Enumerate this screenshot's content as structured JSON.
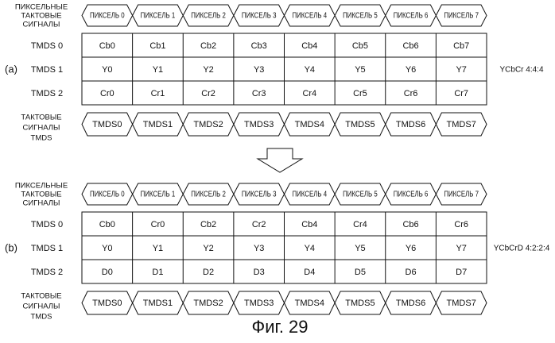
{
  "panels": [
    {
      "tag": "(a)",
      "pixel_clock_label": [
        "ПИКСЕЛЬНЫЕ",
        "ТАКТОВЫЕ",
        "СИГНАЛЫ"
      ],
      "pixel_clocks": [
        "ПИКСЕЛЬ 0",
        "ПИКСЕЛЬ 1",
        "ПИКСЕЛЬ 2",
        "ПИКСЕЛЬ 3",
        "ПИКСЕЛЬ 4",
        "ПИКСЕЛЬ 5",
        "ПИКСЕЛЬ 6",
        "ПИКСЕЛЬ 7"
      ],
      "rows": [
        {
          "channel": "TMDS 0",
          "cells": [
            "Cb0",
            "Cb1",
            "Cb2",
            "Cb3",
            "Cb4",
            "Cb5",
            "Cb6",
            "Cb7"
          ]
        },
        {
          "channel": "TMDS 1",
          "cells": [
            "Y0",
            "Y1",
            "Y2",
            "Y3",
            "Y4",
            "Y5",
            "Y6",
            "Y7"
          ]
        },
        {
          "channel": "TMDS 2",
          "cells": [
            "Cr0",
            "Cr1",
            "Cr2",
            "Cr3",
            "Cr4",
            "Cr5",
            "Cr6",
            "Cr7"
          ]
        }
      ],
      "format": "YCbCr 4:4:4",
      "tmds_clock_label": [
        "ТАКТОВЫЕ",
        "СИГНАЛЫ",
        "TMDS"
      ],
      "tmds_clocks": [
        "TMDS0",
        "TMDS1",
        "TMDS2",
        "TMDS3",
        "TMDS4",
        "TMDS5",
        "TMDS6",
        "TMDS7"
      ]
    },
    {
      "tag": "(b)",
      "pixel_clock_label": [
        "ПИКСЕЛЬНЫЕ",
        "ТАКТОВЫЕ",
        "СИГНАЛЫ"
      ],
      "pixel_clocks": [
        "ПИКСЕЛЬ 0",
        "ПИКСЕЛЬ 1",
        "ПИКСЕЛЬ 2",
        "ПИКСЕЛЬ 3",
        "ПИКСЕЛЬ 4",
        "ПИКСЕЛЬ 5",
        "ПИКСЕЛЬ 6",
        "ПИКСЕЛЬ 7"
      ],
      "rows": [
        {
          "channel": "TMDS 0",
          "cells": [
            "Cb0",
            "Cr0",
            "Cb2",
            "Cr2",
            "Cb4",
            "Cr4",
            "Cb6",
            "Cr6"
          ]
        },
        {
          "channel": "TMDS 1",
          "cells": [
            "Y0",
            "Y1",
            "Y2",
            "Y3",
            "Y4",
            "Y5",
            "Y6",
            "Y7"
          ]
        },
        {
          "channel": "TMDS 2",
          "cells": [
            "D0",
            "D1",
            "D2",
            "D3",
            "D4",
            "D5",
            "D6",
            "D7"
          ]
        }
      ],
      "format": "YCbCrD 4:2:2:4",
      "tmds_clock_label": [
        "ТАКТОВЫЕ",
        "СИГНАЛЫ",
        "TMDS"
      ],
      "tmds_clocks": [
        "TMDS0",
        "TMDS1",
        "TMDS2",
        "TMDS3",
        "TMDS4",
        "TMDS5",
        "TMDS6",
        "TMDS7"
      ]
    }
  ],
  "transition_arrow": "arrow-down-icon",
  "caption": "Фиг. 29"
}
